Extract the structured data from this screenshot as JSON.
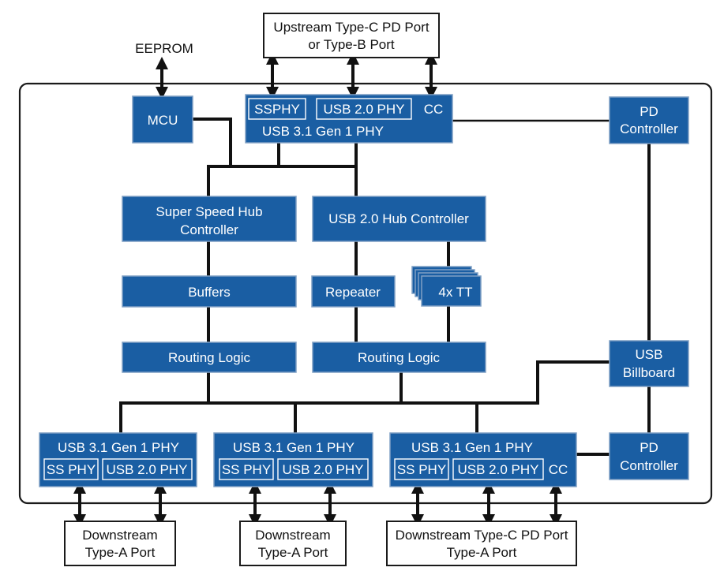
{
  "eeprom": "EEPROM",
  "upstream": {
    "line1": "Upstream Type-C PD Port",
    "line2": "or Type-B Port"
  },
  "mcu": "MCU",
  "upphy": {
    "ssphy": "SSPHY",
    "usb2phy": "USB 2.0 PHY",
    "cc": "CC",
    "title": "USB 3.1 Gen 1 PHY"
  },
  "pd_top": {
    "line1": "PD",
    "line2": "Controller"
  },
  "ss_hub": {
    "line1": "Super Speed Hub",
    "line2": "Controller"
  },
  "usb2_hub": "USB 2.0 Hub Controller",
  "buffers": "Buffers",
  "repeater": "Repeater",
  "tt": "4x TT",
  "routing_left": "Routing Logic",
  "routing_right": "Routing Logic",
  "billboard": {
    "line1": "USB",
    "line2": "Billboard"
  },
  "pd_bottom": {
    "line1": "PD",
    "line2": "Controller"
  },
  "dphy1": {
    "title": "USB 3.1 Gen 1 PHY",
    "ssphy": "SS PHY",
    "usb2phy": "USB 2.0 PHY"
  },
  "dphy2": {
    "title": "USB 3.1 Gen 1 PHY",
    "ssphy": "SS PHY",
    "usb2phy": "USB 2.0 PHY"
  },
  "dphy3": {
    "title": "USB 3.1 Gen 1 PHY",
    "ssphy": "SS PHY",
    "usb2phy": "USB 2.0 PHY",
    "cc": "CC"
  },
  "down1": {
    "line1": "Downstream",
    "line2": "Type-A Port"
  },
  "down2": {
    "line1": "Downstream",
    "line2": "Type-A Port"
  },
  "down3": {
    "line1": "Downstream Type-C PD Port",
    "line2": "Type-A Port"
  }
}
